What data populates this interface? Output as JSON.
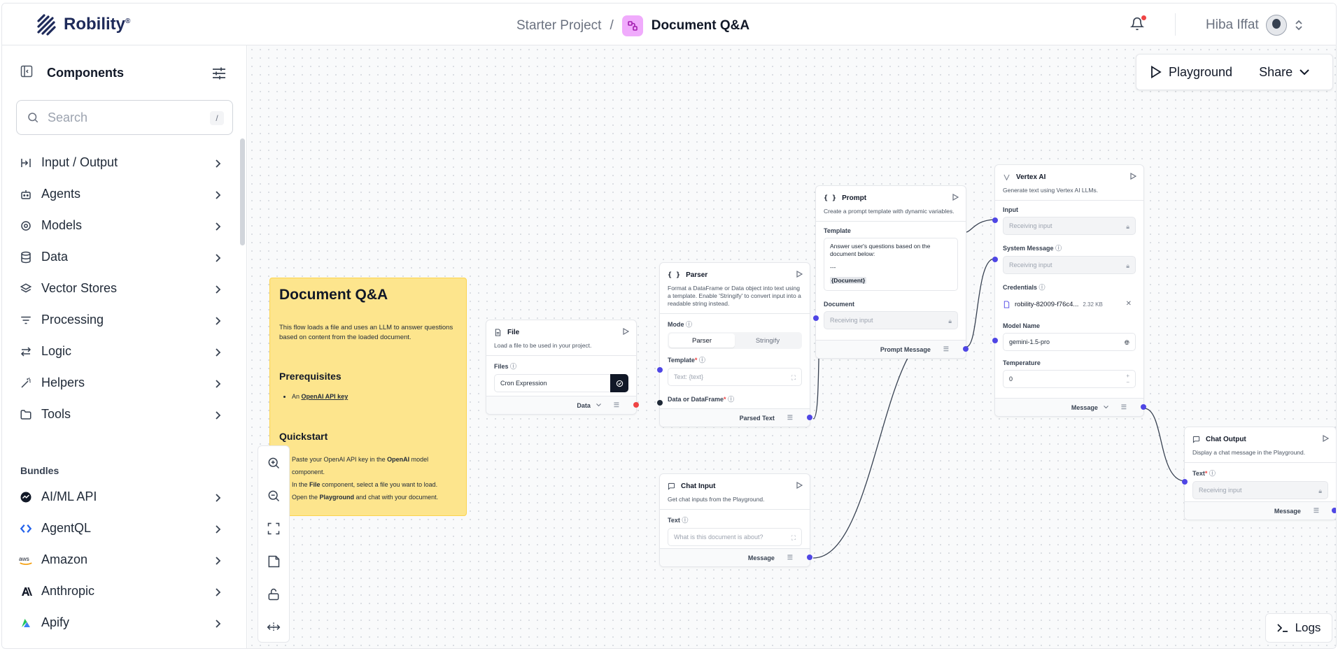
{
  "header": {
    "logo_text": "Robility",
    "logo_mark": "®",
    "project": "Starter Project",
    "separator": "/",
    "flow_title": "Document Q&A",
    "user_name": "Hiba Iffat"
  },
  "sidebar": {
    "title": "Components",
    "search_placeholder": "Search",
    "search_shortcut": "/",
    "categories": [
      {
        "label": "Input / Output",
        "icon": "input-output-icon"
      },
      {
        "label": "Agents",
        "icon": "bot-icon"
      },
      {
        "label": "Models",
        "icon": "brain-icon"
      },
      {
        "label": "Data",
        "icon": "database-icon"
      },
      {
        "label": "Vector Stores",
        "icon": "layers-icon"
      },
      {
        "label": "Processing",
        "icon": "list-filter-icon"
      },
      {
        "label": "Logic",
        "icon": "arrows-icon"
      },
      {
        "label": "Helpers",
        "icon": "wand-icon"
      },
      {
        "label": "Tools",
        "icon": "folder-icon"
      }
    ],
    "bundles_title": "Bundles",
    "bundles": [
      {
        "label": "AI/ML API",
        "icon": "aiml-icon",
        "color": "#111827"
      },
      {
        "label": "AgentQL",
        "icon": "agentql-icon",
        "color": "#2563eb"
      },
      {
        "label": "Amazon",
        "icon": "amazon-icon",
        "color": "#111827"
      },
      {
        "label": "Anthropic",
        "icon": "anthropic-icon",
        "color": "#111827"
      },
      {
        "label": "Apify",
        "icon": "apify-icon",
        "color": "#22c55e"
      }
    ]
  },
  "canvas": {
    "playground_label": "Playground",
    "share_label": "Share",
    "logs_label": "Logs",
    "note": {
      "title": "Document Q&A",
      "intro": "This flow loads a file and uses an LLM to answer questions based on content from the loaded document.",
      "prereq_title": "Prerequisites",
      "prereq_item_prefix": "An ",
      "prereq_item_link": "OpenAI API key",
      "quickstart_title": "Quickstart",
      "step1_pre": "Paste your OpenAI API key in the ",
      "step1_bold": "OpenAI",
      "step1_post": " model component.",
      "step2_pre": "In the ",
      "step2_bold": "File",
      "step2_post": " component, select a file you want to load.",
      "step3_pre": "Open the ",
      "step3_bold": "Playground",
      "step3_post": " and chat with your document."
    },
    "nodes": {
      "file": {
        "title": "File",
        "desc": "Load a file to be used in your project.",
        "files_label": "Files",
        "files_value": "Cron Expression",
        "output": "Data"
      },
      "parser": {
        "title": "Parser",
        "desc": "Format a DataFrame or Data object into text using a template. Enable 'Stringify' to convert input into a readable string instead.",
        "mode_label": "Mode",
        "mode_options": [
          "Parser",
          "Stringify"
        ],
        "template_label": "Template",
        "template_placeholder": "Text: {text}",
        "input_label": "Data or DataFrame",
        "output": "Parsed Text"
      },
      "chat_input": {
        "title": "Chat Input",
        "desc": "Get chat inputs from the Playground.",
        "text_label": "Text",
        "text_placeholder": "What is this document is about?",
        "output": "Message"
      },
      "prompt": {
        "title": "Prompt",
        "desc": "Create a prompt template with dynamic variables.",
        "template_label": "Template",
        "template_line1": "Answer user's questions based on the document below:",
        "template_line2": "---",
        "template_var": "{Document}",
        "document_label": "Document",
        "document_placeholder": "Receiving input",
        "output": "Prompt Message"
      },
      "vertex": {
        "title": "Vertex AI",
        "desc": "Generate text using Vertex AI LLMs.",
        "input_label": "Input",
        "input_placeholder": "Receiving input",
        "system_label": "System Message",
        "system_placeholder": "Receiving input",
        "credentials_label": "Credentials",
        "credentials_file": "robility-82009-f76c4...",
        "credentials_size": "2.32 KB",
        "model_label": "Model Name",
        "model_value": "gemini-1.5-pro",
        "temperature_label": "Temperature",
        "temperature_value": "0",
        "output": "Message"
      },
      "chat_output": {
        "title": "Chat Output",
        "desc": "Display a chat message in the Playground.",
        "text_label": "Text",
        "text_placeholder": "Receiving input",
        "output": "Message"
      }
    }
  },
  "colors": {
    "handle": "#4f46e5",
    "note_bg": "#fde58d",
    "flow_icon_bg": "#f0abfc"
  }
}
